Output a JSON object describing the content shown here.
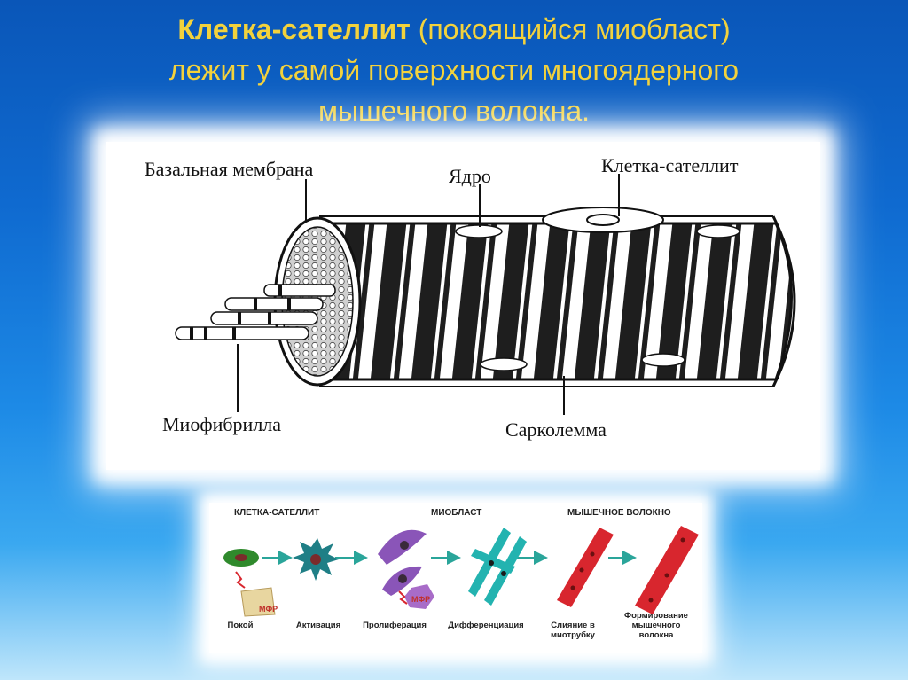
{
  "title": {
    "bold": "Клетка-сателлит",
    "rest_line1": " (покоящийся миобласт)",
    "line2": "лежит у самой поверхности многоядерного",
    "line3": "мышечного волокна."
  },
  "figure1": {
    "labels": {
      "basal_membrane": "Базальная мембрана",
      "nucleus": "Ядро",
      "satellite_cell": "Клетка-сателлит",
      "myofibril": "Миофибрилла",
      "sarcolemma": "Сарколемма"
    }
  },
  "figure2": {
    "headers": {
      "satellite": "КЛЕТКА-САТЕЛЛИТ",
      "myoblast": "МИОБЛАСТ",
      "fiber": "МЫШЕЧНОЕ ВОЛОКНО"
    },
    "stages": [
      "Покой",
      "Активация",
      "Пролиферация",
      "Дифференциация",
      "Слияние в миотрубку",
      "Формирование мышечного волокна"
    ],
    "factor_label": "МФР",
    "colors": {
      "satellite": "#2f8a2c",
      "activated": "#1f7f86",
      "myoblast": "#8a55b8",
      "differentiation": "#23b3b0",
      "fiber": "#d8262e",
      "arrow": "#2aa59a"
    }
  }
}
